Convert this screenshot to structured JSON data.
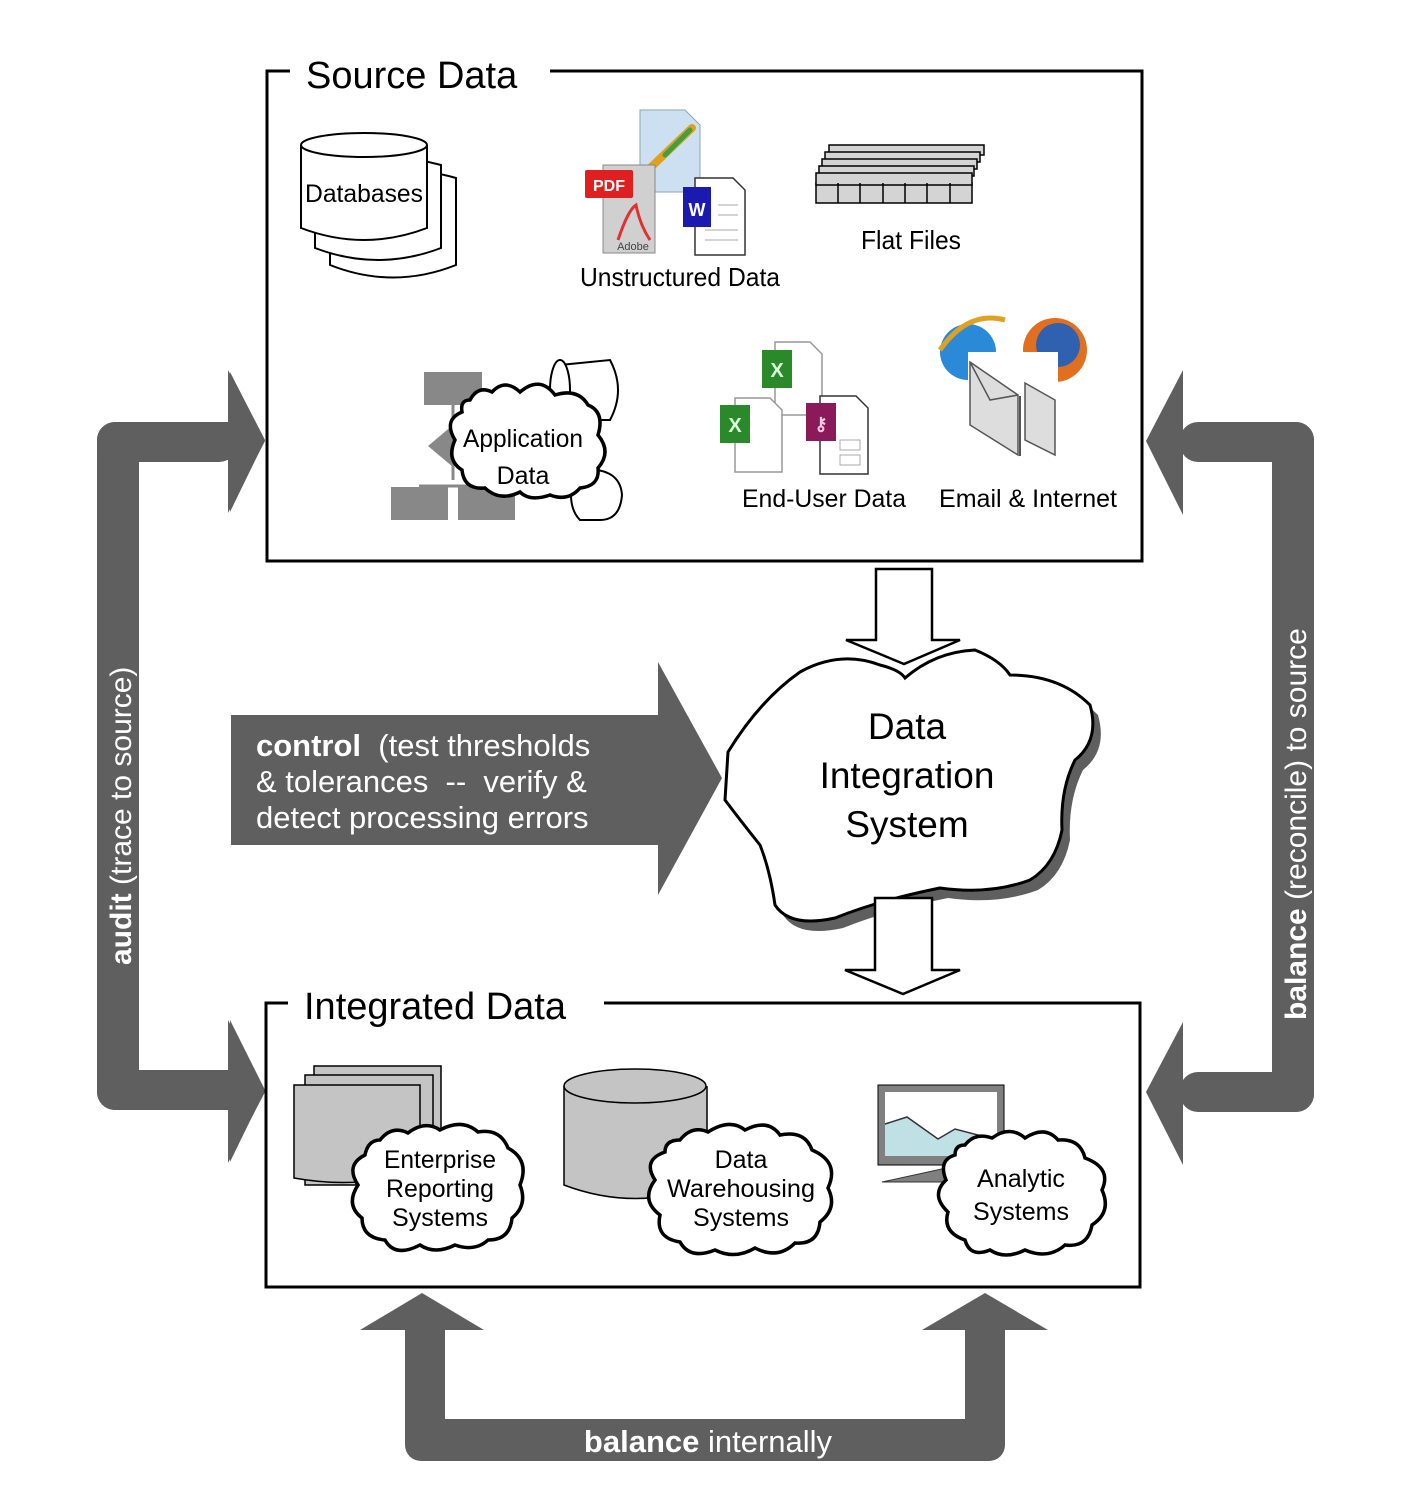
{
  "colors": {
    "arrow_gray": "#5f5f5f",
    "shape_gray": "#c4c4c4",
    "box_border": "#000000",
    "chart_fill": "#bfe0e4"
  },
  "source_data": {
    "title": "Source Data",
    "items": [
      {
        "label": "Databases",
        "icon": "database-stack-icon"
      },
      {
        "label": "Unstructured Data",
        "icon": "document-files-icon"
      },
      {
        "label": "Flat Files",
        "icon": "flat-file-grid-icon"
      },
      {
        "label_line1": "Application",
        "label_line2": "Data",
        "icon": "flowchart-icon"
      },
      {
        "label": "End-User Data",
        "icon": "spreadsheet-files-icon"
      },
      {
        "label": "Email & Internet",
        "icon": "email-browser-icon"
      }
    ]
  },
  "integration": {
    "line1": "Data",
    "line2": "Integration",
    "line3": "System"
  },
  "control": {
    "bold": "control",
    "line1_rest": "  (test thresholds",
    "line2": "& tolerances  --  verify &",
    "line3": "detect processing errors"
  },
  "audit": {
    "bold": "audit",
    "rest": " (trace to source)"
  },
  "balance_source": {
    "bold": "balance",
    "rest": " (reconcile) to source"
  },
  "balance_internal": {
    "bold": "balance",
    "rest": " internally"
  },
  "integrated_data": {
    "title": "Integrated Data",
    "items": [
      {
        "line1": "Enterprise",
        "line2": "Reporting",
        "line3": "Systems",
        "icon": "report-pages-icon"
      },
      {
        "line1": "Data",
        "line2": "Warehousing",
        "line3": "Systems",
        "icon": "warehouse-cylinder-icon"
      },
      {
        "line1": "Analytic",
        "line2": "Systems",
        "icon": "monitor-chart-icon"
      }
    ]
  }
}
